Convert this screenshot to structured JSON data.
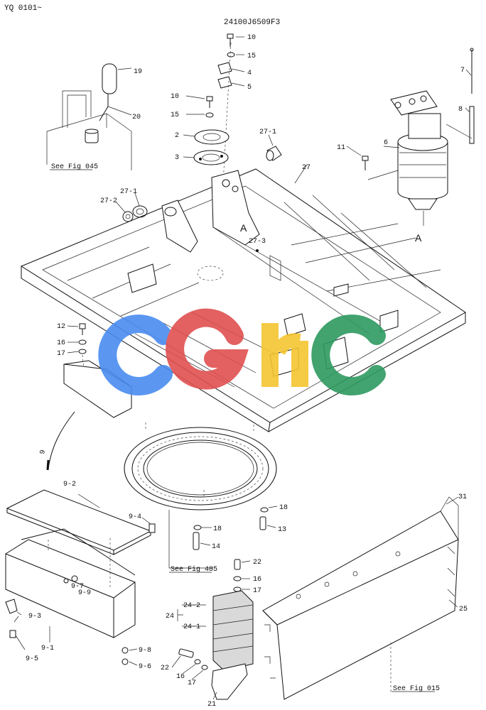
{
  "header": {
    "model_range": "YQ 0101~",
    "part_number": "24100J6509F3"
  },
  "view_letter": "A",
  "callouts": {
    "c10a": "10",
    "c15a": "15",
    "c4": "4",
    "c5": "5",
    "c10b": "10",
    "c15b": "15",
    "c2": "2",
    "c3": "3",
    "c19": "19",
    "c20": "20",
    "c27_1a": "27-1",
    "c27": "27",
    "c27_2": "27-2",
    "c27_1b": "27-1",
    "c27_3": "27-3",
    "c7": "7",
    "c8": "8",
    "c6": "6",
    "c11": "11",
    "c12": "12",
    "c16a": "16",
    "c17a": "17",
    "c9": "9",
    "c9_2": "9-2",
    "c9_4": "9-4",
    "c9_7": "9-7",
    "c9_9": "9-9",
    "c9_3": "9-3",
    "c9_1": "9-1",
    "c9_5": "9-5",
    "c9_8": "9-8",
    "c9_6": "9-6",
    "c18a": "18",
    "c18b": "18",
    "c13": "13",
    "c14": "14",
    "c22a": "22",
    "c16b": "16",
    "c17b": "17",
    "c24": "24",
    "c24_2": "24-2",
    "c24_1": "24-1",
    "c22b": "22",
    "c16c": "16",
    "c17c": "17",
    "c21": "21",
    "c31": "31",
    "c25": "25"
  },
  "references": {
    "fig045": "See Fig 045",
    "fig485": "See Fig 485",
    "fig015": "See Fig 015"
  },
  "watermark": {
    "text": "CGHC",
    "colors": [
      "#4a8cf0",
      "#e05050",
      "#f5c530",
      "#2e9a60"
    ]
  }
}
